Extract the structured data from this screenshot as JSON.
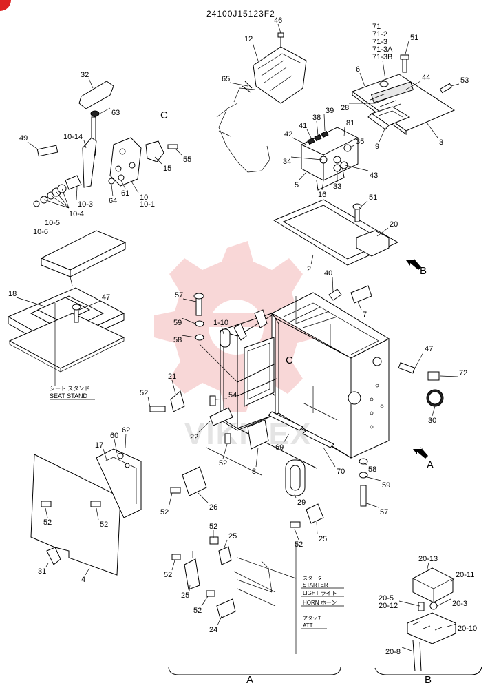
{
  "title": "24100J15123F2",
  "view_labels": {
    "c_top": "C",
    "c_frame": "C",
    "b_arrow": "B",
    "a_arrow": "A",
    "a_bottom": "A",
    "b_bottom": "B"
  },
  "seat_stand": {
    "jp": "シート スタンド",
    "en": "SEAT STAND"
  },
  "switch_labels": [
    {
      "jp": "スタータ",
      "en": "STARTER"
    },
    {
      "jp": "",
      "en": "LIGHT ライト"
    },
    {
      "jp": "",
      "en": "HORN ホーン"
    },
    {
      "jp": "アタッチ",
      "en": "ATT"
    }
  ],
  "watermark": {
    "text": "VIKITEX",
    "color": "#f4b7b7"
  },
  "parts": [
    {
      "id": "p46",
      "n": "46"
    },
    {
      "id": "p12",
      "n": "12"
    },
    {
      "id": "p65",
      "n": "65"
    },
    {
      "id": "p71",
      "n": "71"
    },
    {
      "id": "p71_2",
      "n": "71-2"
    },
    {
      "id": "p71_3",
      "n": "71-3"
    },
    {
      "id": "p71_3a",
      "n": "71-3A"
    },
    {
      "id": "p71_3b",
      "n": "71-3B"
    },
    {
      "id": "p51a",
      "n": "51"
    },
    {
      "id": "p6",
      "n": "6"
    },
    {
      "id": "p44",
      "n": "44"
    },
    {
      "id": "p53",
      "n": "53"
    },
    {
      "id": "p28",
      "n": "28"
    },
    {
      "id": "p2b",
      "n": "2"
    },
    {
      "id": "p9",
      "n": "9"
    },
    {
      "id": "p3",
      "n": "3"
    },
    {
      "id": "p32",
      "n": "32"
    },
    {
      "id": "p63",
      "n": "63"
    },
    {
      "id": "p49",
      "n": "49"
    },
    {
      "id": "p10_14",
      "n": "10-14"
    },
    {
      "id": "p15",
      "n": "15"
    },
    {
      "id": "p55",
      "n": "55"
    },
    {
      "id": "p64",
      "n": "64"
    },
    {
      "id": "p61",
      "n": "61"
    },
    {
      "id": "p10",
      "n": "10"
    },
    {
      "id": "p10_1",
      "n": "10-1"
    },
    {
      "id": "p10_3",
      "n": "10-3"
    },
    {
      "id": "p10_4",
      "n": "10-4"
    },
    {
      "id": "p10_5",
      "n": "10-5"
    },
    {
      "id": "p10_6",
      "n": "10-6"
    },
    {
      "id": "p41",
      "n": "41"
    },
    {
      "id": "p38",
      "n": "38"
    },
    {
      "id": "p39",
      "n": "39"
    },
    {
      "id": "p81",
      "n": "81"
    },
    {
      "id": "p42",
      "n": "42"
    },
    {
      "id": "p35",
      "n": "35"
    },
    {
      "id": "p34",
      "n": "34"
    },
    {
      "id": "p43",
      "n": "43"
    },
    {
      "id": "p5",
      "n": "5"
    },
    {
      "id": "p33",
      "n": "33"
    },
    {
      "id": "p16",
      "n": "16"
    },
    {
      "id": "p51b",
      "n": "51"
    },
    {
      "id": "p20",
      "n": "20"
    },
    {
      "id": "p2",
      "n": "2"
    },
    {
      "id": "p18",
      "n": "18"
    },
    {
      "id": "p47a",
      "n": "47"
    },
    {
      "id": "p40",
      "n": "40"
    },
    {
      "id": "p7",
      "n": "7"
    },
    {
      "id": "p57a",
      "n": "57"
    },
    {
      "id": "p59a",
      "n": "59"
    },
    {
      "id": "p1_10",
      "n": "1-10"
    },
    {
      "id": "p58a",
      "n": "58"
    },
    {
      "id": "p47b",
      "n": "47"
    },
    {
      "id": "p72",
      "n": "72"
    },
    {
      "id": "p30",
      "n": "30"
    },
    {
      "id": "p21",
      "n": "21"
    },
    {
      "id": "p52a",
      "n": "52"
    },
    {
      "id": "p54",
      "n": "54"
    },
    {
      "id": "p22",
      "n": "22"
    },
    {
      "id": "p52b",
      "n": "52"
    },
    {
      "id": "p69",
      "n": "69"
    },
    {
      "id": "p70",
      "n": "70"
    },
    {
      "id": "p58b",
      "n": "58"
    },
    {
      "id": "p59b",
      "n": "59"
    },
    {
      "id": "p57b",
      "n": "57"
    },
    {
      "id": "p8",
      "n": "8"
    },
    {
      "id": "p29",
      "n": "29"
    },
    {
      "id": "p25a",
      "n": "25"
    },
    {
      "id": "p52c",
      "n": "52"
    },
    {
      "id": "p26",
      "n": "26"
    },
    {
      "id": "p52d",
      "n": "52"
    },
    {
      "id": "p60",
      "n": "60"
    },
    {
      "id": "p62",
      "n": "62"
    },
    {
      "id": "p17",
      "n": "17"
    },
    {
      "id": "p52e",
      "n": "52"
    },
    {
      "id": "p52f",
      "n": "52"
    },
    {
      "id": "p31",
      "n": "31"
    },
    {
      "id": "p4",
      "n": "4"
    },
    {
      "id": "p52g",
      "n": "52"
    },
    {
      "id": "p25b",
      "n": "25"
    },
    {
      "id": "p52h",
      "n": "52"
    },
    {
      "id": "p25c",
      "n": "25"
    },
    {
      "id": "p52i",
      "n": "52"
    },
    {
      "id": "p24",
      "n": "24"
    },
    {
      "id": "p20_13",
      "n": "20-13"
    },
    {
      "id": "p20_11",
      "n": "20-11"
    },
    {
      "id": "p20_5",
      "n": "20-5"
    },
    {
      "id": "p20_12",
      "n": "20-12"
    },
    {
      "id": "p20_3",
      "n": "20-3"
    },
    {
      "id": "p20_10",
      "n": "20-10"
    },
    {
      "id": "p20_8",
      "n": "20-8"
    }
  ]
}
